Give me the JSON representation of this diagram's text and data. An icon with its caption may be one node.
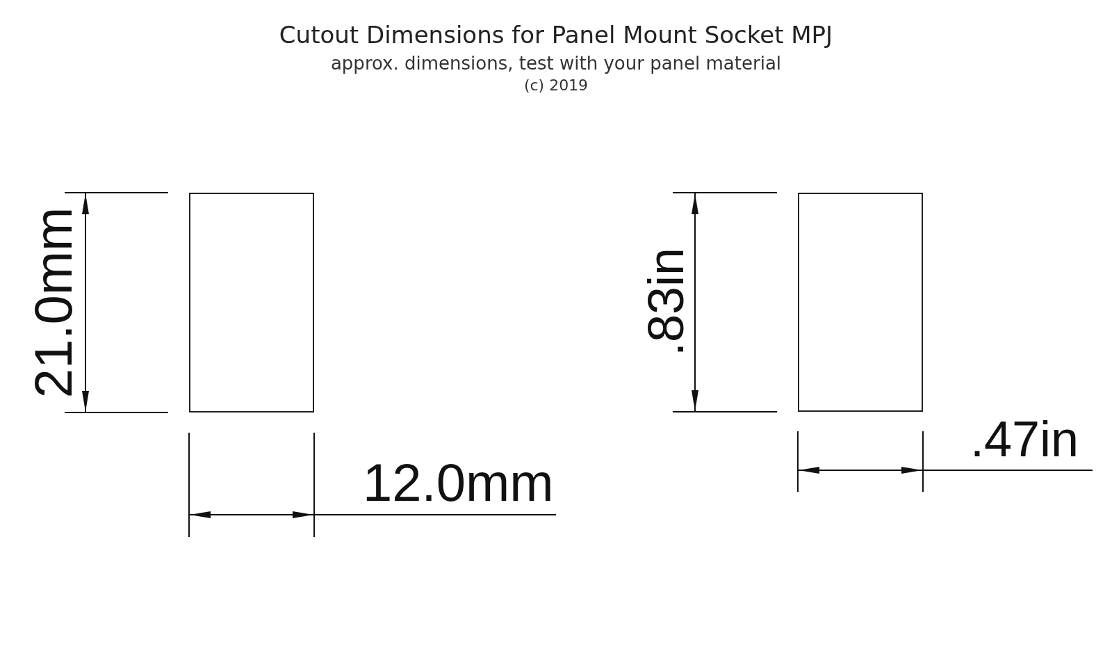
{
  "diagram": {
    "title": "Cutout Dimensions for Panel Mount Socket MPJ",
    "nodes": [
      {
        "text": [],
        "shape": "box"
      },
      {
        "text": [],
        "shape": "box"
      }
    ],
    "labels": [
      "approx. dimensions, test with your panel material",
      "(c) 2019",
      "21.0mm",
      "12.0mm",
      ".83in",
      ".47in"
    ]
  }
}
